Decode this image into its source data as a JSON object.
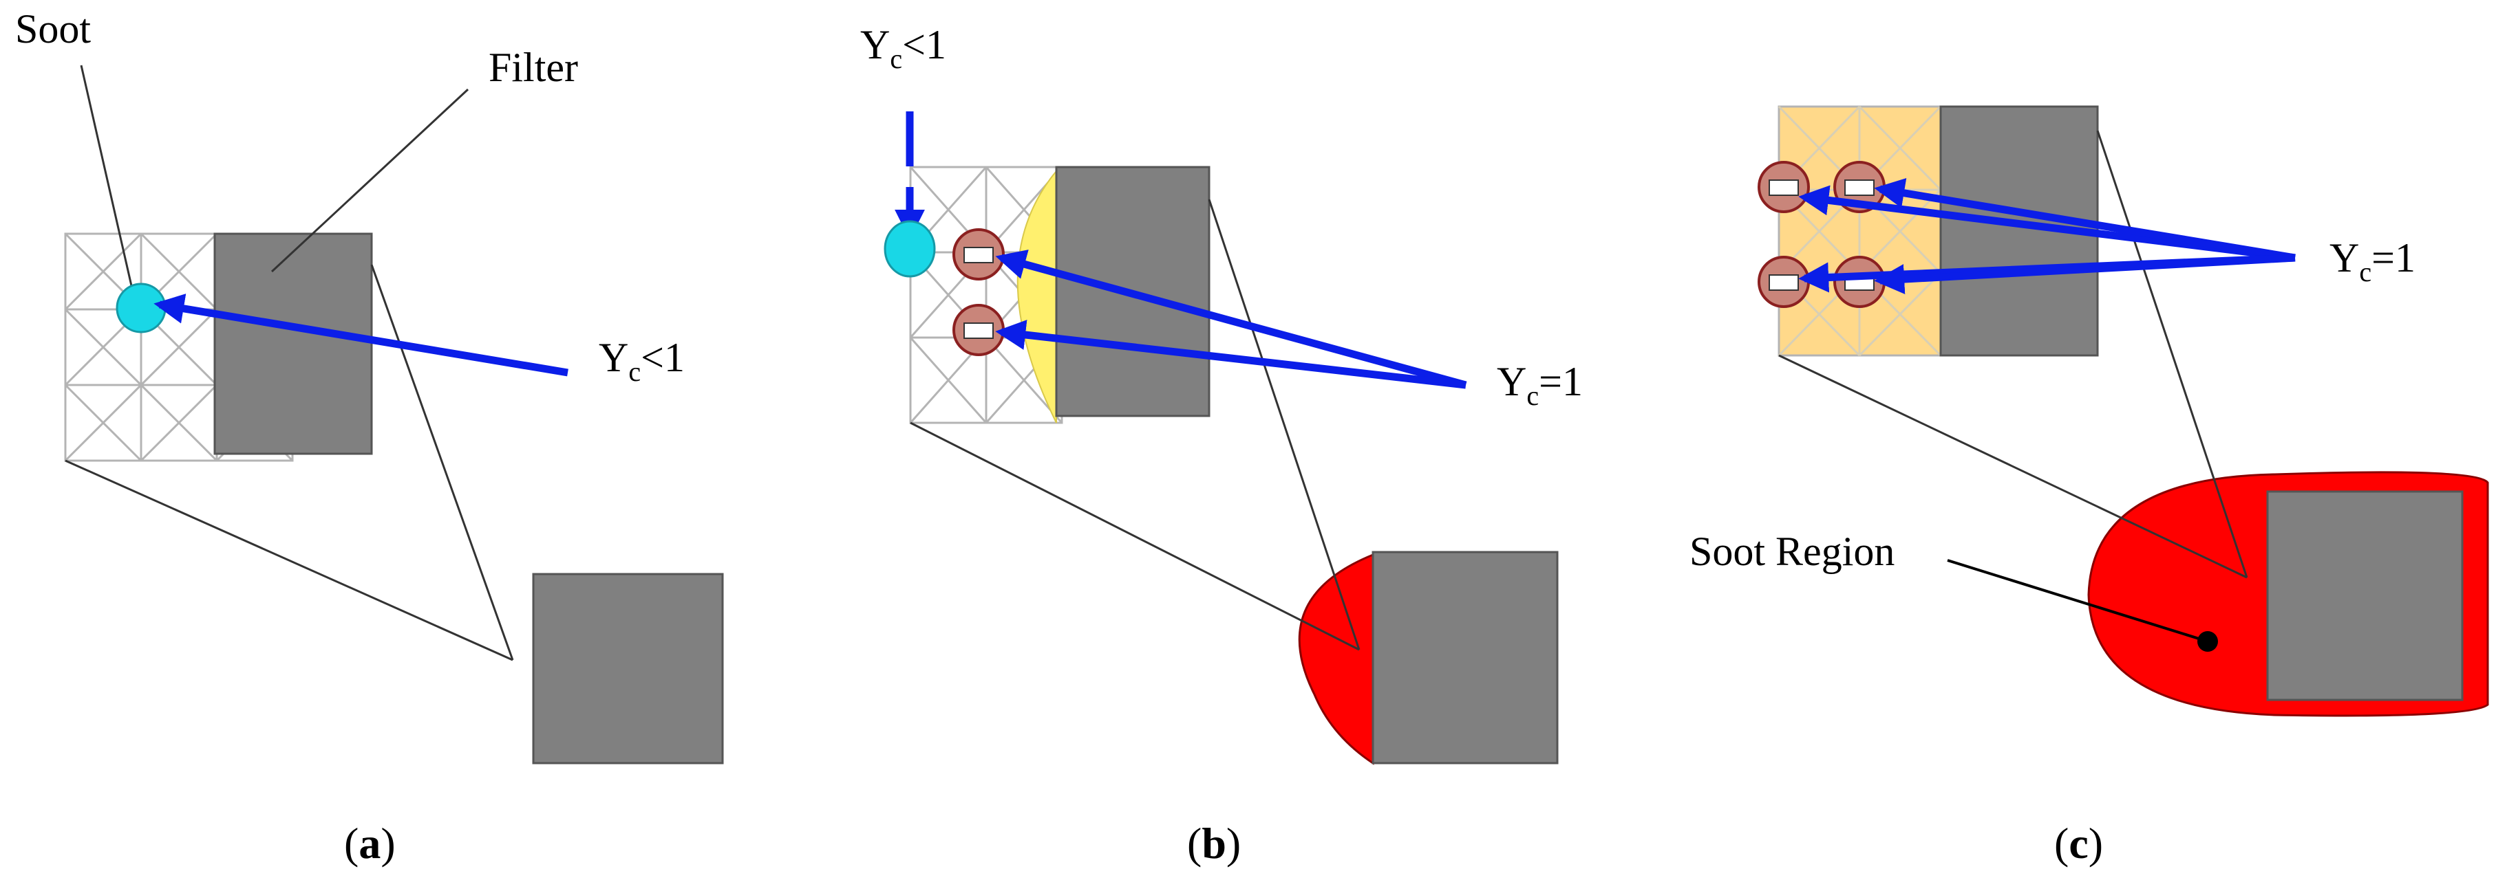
{
  "panel_a": {
    "soot_label": "Soot",
    "filter_label": "Filter",
    "yc_label": {
      "main": "Y",
      "sub": "c",
      "rest": "<1"
    },
    "caption": {
      "open": "(",
      "letter": "a",
      "close": ")"
    }
  },
  "panel_b": {
    "yc_top_label": {
      "main": "Y",
      "sub": "c",
      "rest": "<1"
    },
    "yc_right_label": {
      "main": "Y",
      "sub": "c",
      "rest": "=1"
    },
    "caption": {
      "open": "(",
      "letter": "b",
      "close": ")"
    }
  },
  "panel_c": {
    "yc_label": {
      "main": "Y",
      "sub": "c",
      "rest": "=1"
    },
    "soot_region_label": "Soot Region",
    "caption": {
      "open": "(",
      "letter": "c",
      "close": ")"
    }
  },
  "colors": {
    "filter_gray": "#808080",
    "soot_cyan": "#19d7e6",
    "arrow_blue": "#0b1ee8",
    "soot_region_red": "#ff0000",
    "front_yellow": "#fff06e",
    "cell_orange": "#ffd98a",
    "particle_brown": "#c9857a",
    "grid_line": "#b4b4b4"
  }
}
